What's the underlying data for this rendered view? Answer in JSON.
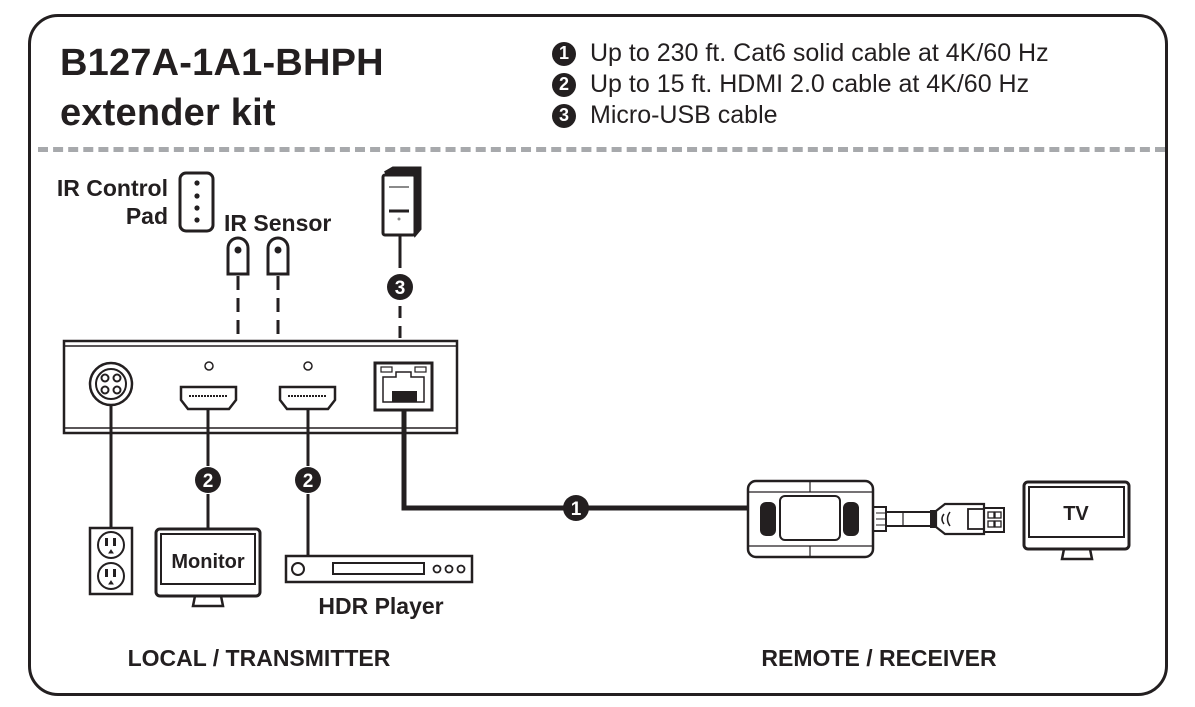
{
  "title": {
    "line1": "B127A-1A1-BHPH",
    "line2": "extender kit"
  },
  "legend": [
    {
      "number": "1",
      "text": "Up to 230 ft. Cat6 solid cable at 4K/60 Hz"
    },
    {
      "number": "2",
      "text": "Up to 15 ft. HDMI 2.0 cable at 4K/60 Hz"
    },
    {
      "number": "3",
      "text": "Micro-USB cable"
    }
  ],
  "labels": {
    "ir_control_pad_line1": "IR Control",
    "ir_control_pad_line2": "Pad",
    "ir_sensor": "IR Sensor",
    "monitor": "Monitor",
    "hdr_player": "HDR Player",
    "tv": "TV",
    "local_section": "LOCAL / TRANSMITTER",
    "remote_section": "REMOTE / RECEIVER"
  },
  "badges": {
    "cat6": "1",
    "hdmi_monitor": "2",
    "hdmi_player": "2",
    "usb": "3"
  },
  "colors": {
    "ink": "#231f20",
    "divider": "#a7a9ac",
    "background": "#ffffff"
  }
}
